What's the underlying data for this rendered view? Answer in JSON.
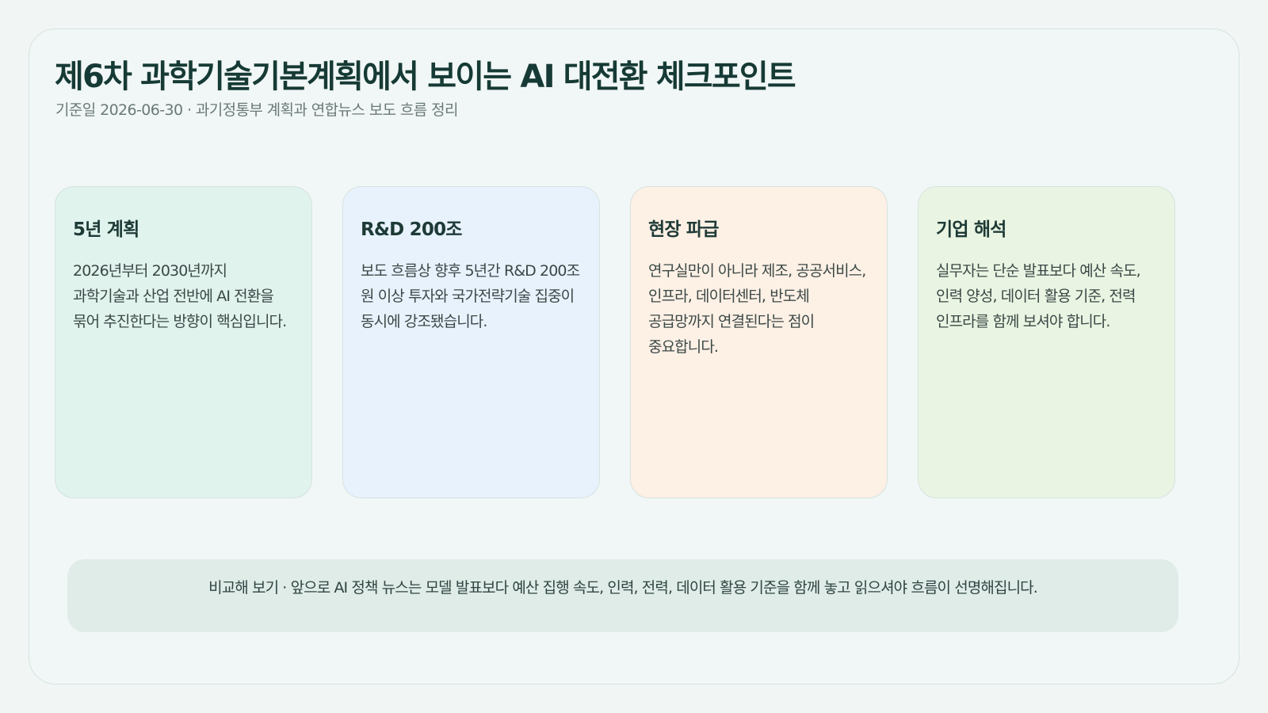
{
  "header": {
    "title": "제6차 과학기술기본계획에서 보이는 AI 대전환 체크포인트",
    "subtitle": "기준일 2026-06-30 · 과기정통부 계획과 연합뉴스 보도 흐름 정리"
  },
  "cards": [
    {
      "title": "5년 계획",
      "body": "2026년부터 2030년까지 과학기술과 산업 전반에 AI 전환을 묶어 추진한다는 방향이 핵심입니다.",
      "bg": "#e0f3ed"
    },
    {
      "title": "R&D 200조",
      "body": "보도 흐름상 향후 5년간 R&D 200조 원 이상 투자와 국가전략기술 집중이 동시에 강조됐습니다.",
      "bg": "#e7f2fd"
    },
    {
      "title": "현장 파급",
      "body": "연구실만이 아니라 제조, 공공서비스, 인프라, 데이터센터, 반도체 공급망까지 연결된다는 점이 중요합니다.",
      "bg": "#fdf0e5"
    },
    {
      "title": "기업 해석",
      "body": "실무자는 단순 발표보다 예산 속도, 인력 양성, 데이터 활용 기준, 전력 인프라를 함께 보셔야 합니다.",
      "bg": "#e9f5e2"
    }
  ],
  "compare": {
    "text": "비교해 보기 · 앞으로 AI 정책 뉴스는 모델 발표보다 예산 집행 속도, 인력, 전력, 데이터 활용 기준을 함께 놓고 읽으셔야 흐름이 선명해집니다."
  }
}
